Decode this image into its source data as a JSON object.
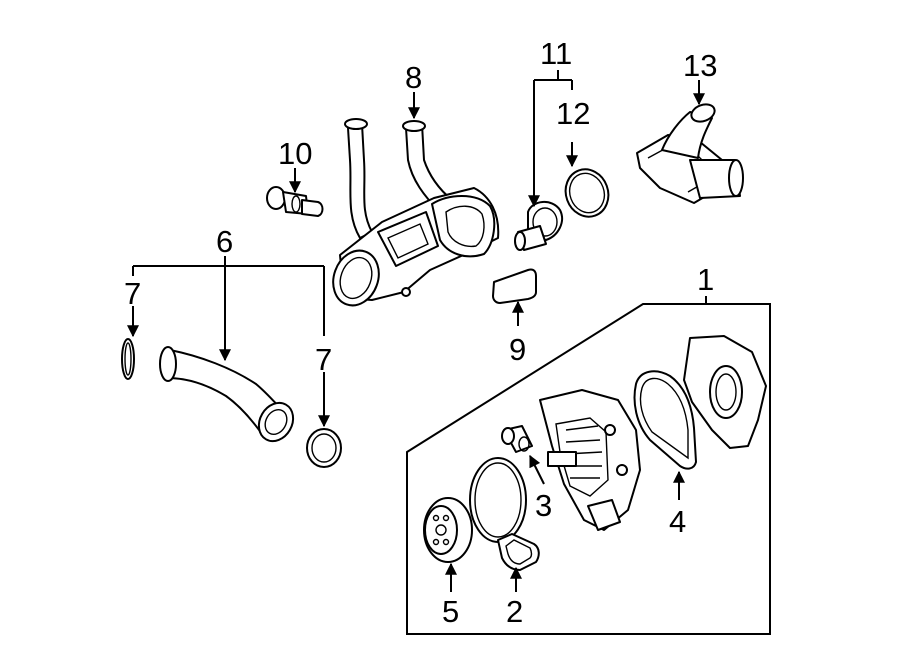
{
  "callouts": {
    "c1": "1",
    "c2": "2",
    "c3": "3",
    "c4": "4",
    "c5": "5",
    "c6": "6",
    "c7a": "7",
    "c7b": "7",
    "c8": "8",
    "c9": "9",
    "c10": "10",
    "c11": "11",
    "c12": "12",
    "c13": "13"
  }
}
